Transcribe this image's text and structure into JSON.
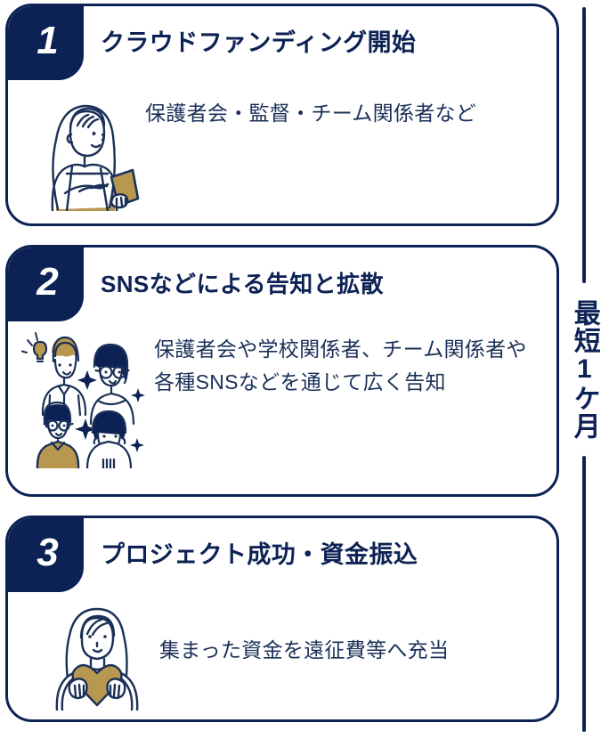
{
  "steps": [
    {
      "number": "1",
      "title": "クラウドファンディング開始",
      "description": "保護者会・監督・チーム関係者など",
      "illustration": "woman-with-smartphone-illustration"
    },
    {
      "number": "2",
      "title": "SNSなどによる告知と拡散",
      "description": "保護者会や学校関係者、チーム関係者や各種SNSなどを通じて広く告知",
      "illustration": "four-people-group-illustration"
    },
    {
      "number": "3",
      "title": "プロジェクト成功・資金振込",
      "description": "集まった資金を遠征費等へ充当",
      "illustration": "woman-holding-heart-illustration"
    }
  ],
  "duration": {
    "label": "最短1ケ月"
  },
  "colors": {
    "navy": "#0d2254",
    "body_text": "#1b3058",
    "gold": "#b8974e",
    "background": "#ffffff"
  }
}
